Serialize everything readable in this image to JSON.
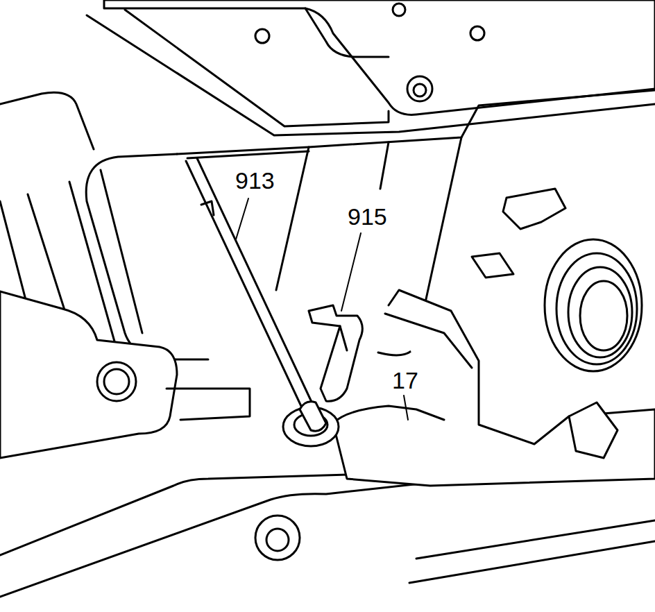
{
  "diagram": {
    "labels": [
      "913",
      "915",
      "17"
    ]
  }
}
